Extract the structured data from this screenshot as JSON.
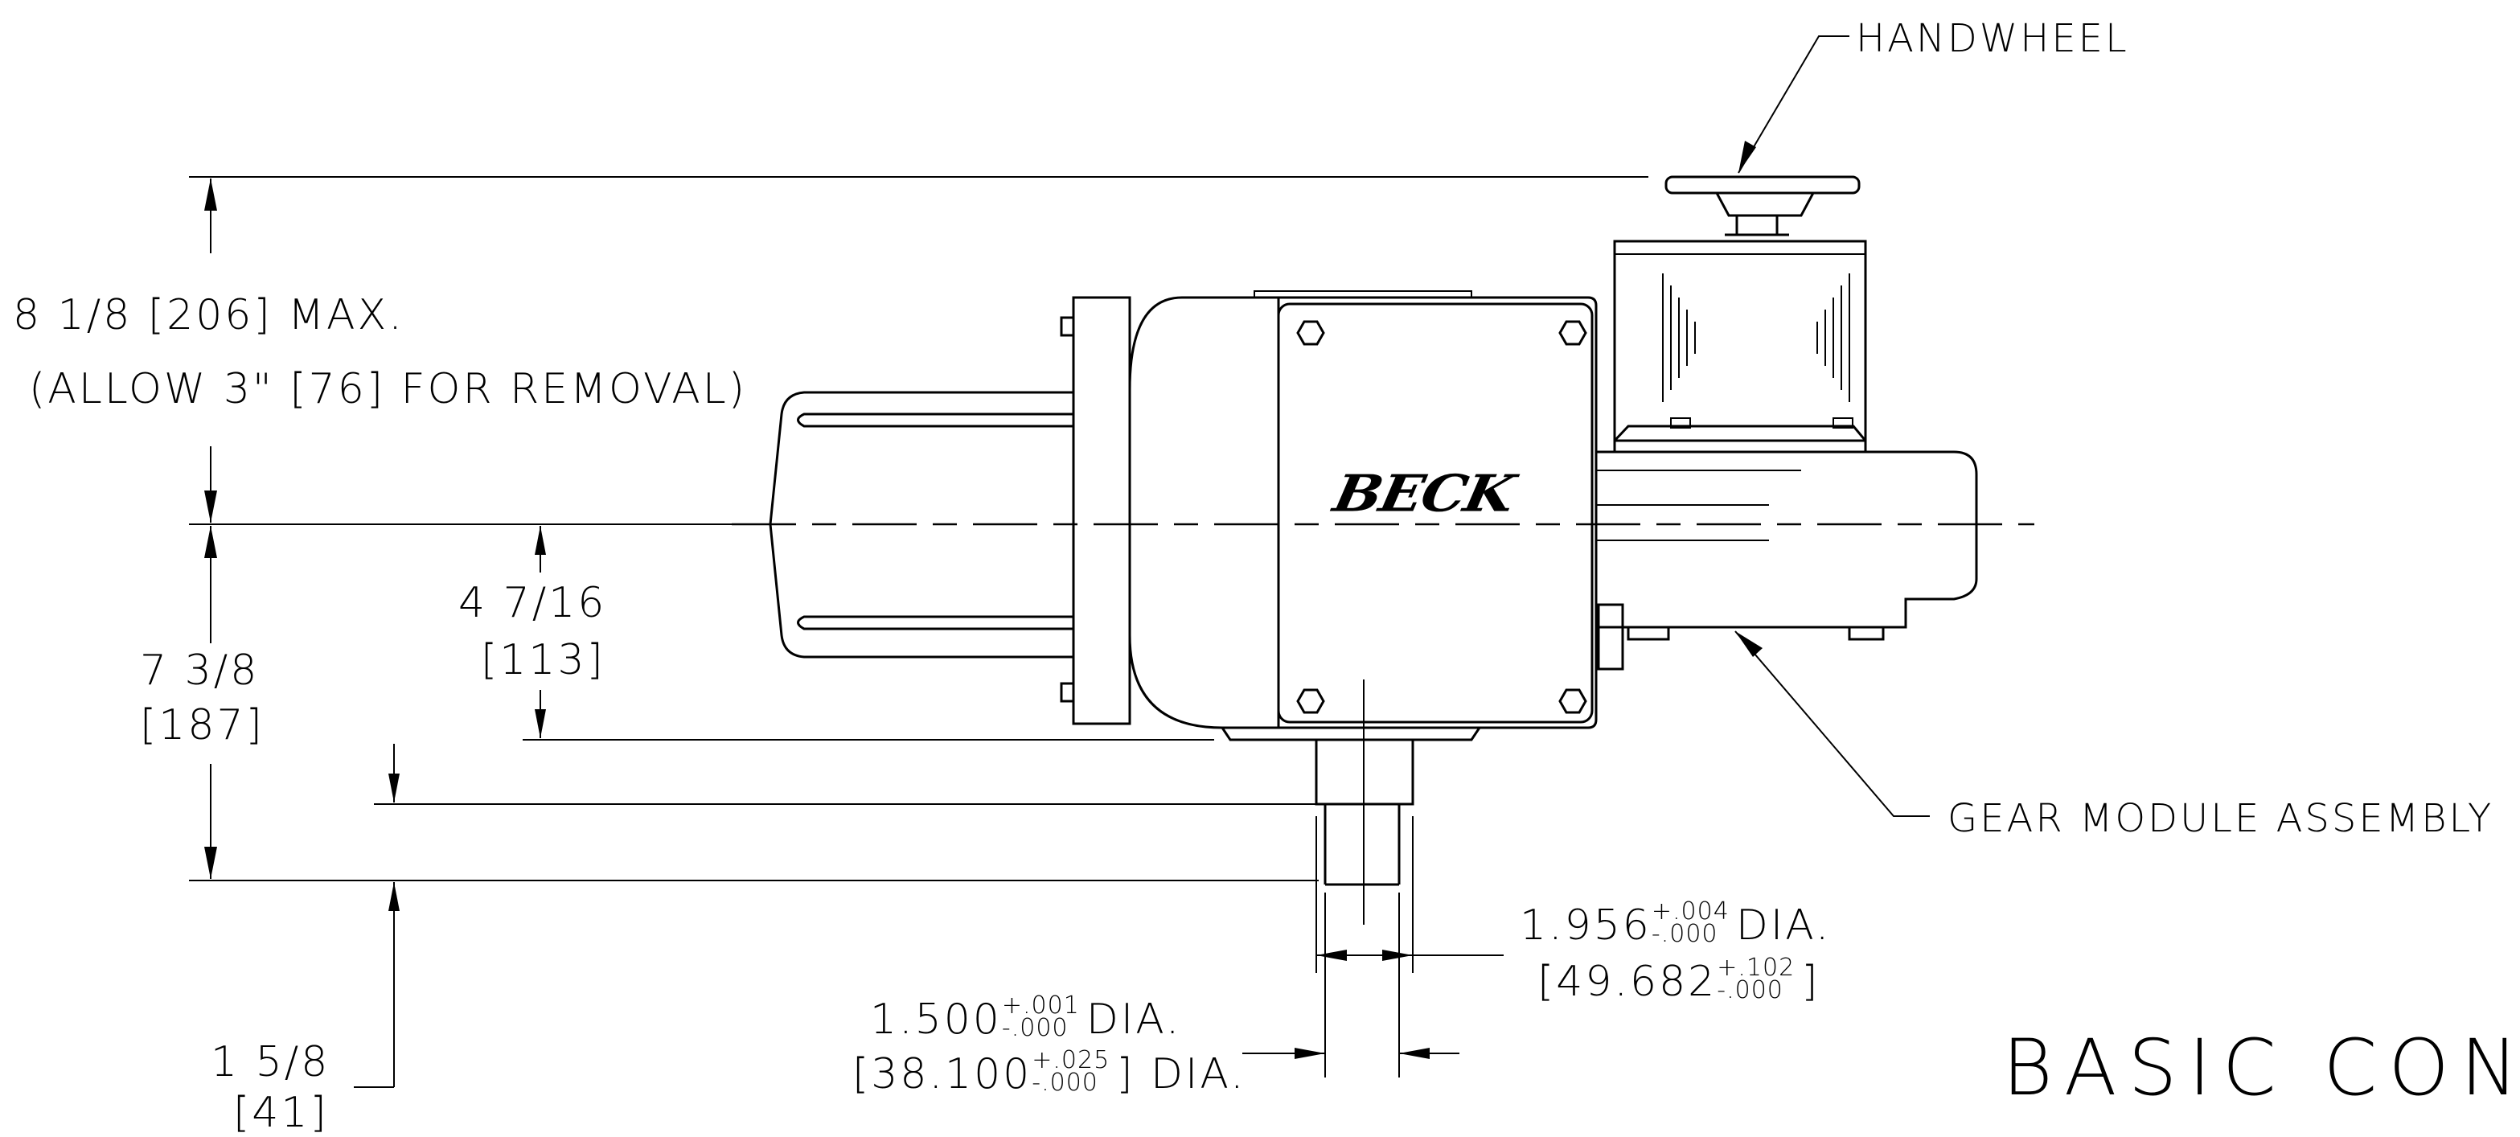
{
  "labels": {
    "handwheel": "HANDWHEEL",
    "gear_module": "GEAR MODULE ASSEMBLY",
    "height_max": "8 1/8 [206] MAX.",
    "allow_removal": "(ALLOW 3\" [76] FOR REMOVAL)",
    "dim_4_7_16": "4 7/16",
    "dim_113": "[113]",
    "dim_7_3_8": "7 3/8",
    "dim_187": "[187]",
    "dim_1_5_8": "1 5/8",
    "dim_41": "[41]",
    "dia_1956": "1.956",
    "dia_1956_plus": "+.004",
    "dia_1956_minus": "-.000",
    "dia_word": "DIA.",
    "dia_49682": "[49.682",
    "dia_49682_plus": "+.102",
    "dia_49682_minus": "-.000",
    "dia_1500": "1.500",
    "dia_1500_plus": "+.001",
    "dia_1500_minus": "-.000",
    "dia_38100": "[38.100",
    "dia_38100_plus": "+.025",
    "dia_38100_minus": "-.000",
    "bracket_close": "]",
    "basic_title": "BASIC CONT"
  },
  "logo": "BECK"
}
